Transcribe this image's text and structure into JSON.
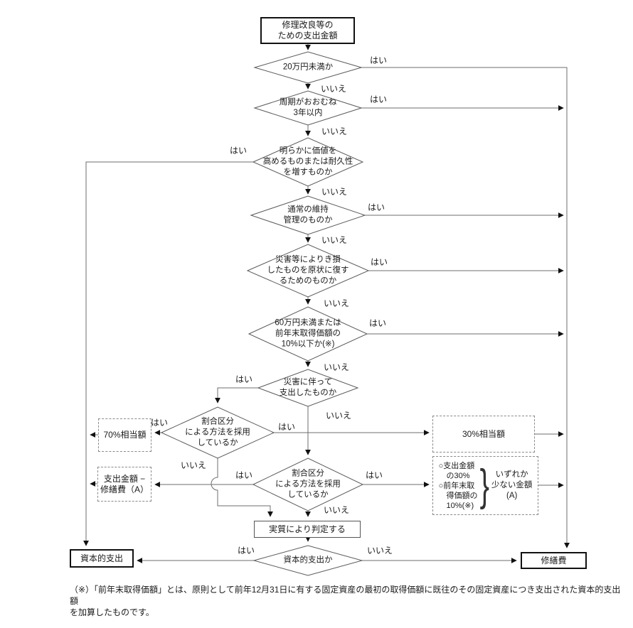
{
  "labels": {
    "yes": "はい",
    "no": "いいえ"
  },
  "nodes": {
    "start": "修理改良等の\nための支出金額",
    "q_under200k": "20万円未満か",
    "q_cycle3y": "周期がおおむね\n3年以内",
    "q_value": "明らかに価値を\n高めるものまたは耐久性\nを増すものか",
    "q_maintenance": "通常の維持\n管理のものか",
    "q_disaster_restore": "災害等によりき損\nしたものを原状に復す\nるためのものか",
    "q_under600k": "60万円未満または\n前年末取得価額の\n10%以下か(※)",
    "q_disaster_spend": "災害に伴って\n支出したものか",
    "q_ratio_left": "割合区分\nによる方法を採用\nしているか",
    "q_ratio_mid": "割合区分\nによる方法を採用\nしているか",
    "q_capital": "資本的支出か",
    "r_70pct": "70%相当額",
    "r_spend_minus_repair": "支出金額 −\n修繕費（A）",
    "r_30pct": "30%相当額",
    "r_lesser_items": "○支出金額\n　の30%\n○前年末取\n　得価額の\n　10%(※)",
    "r_lesser_brace": "}",
    "r_lesser_label": "いずれか\n少ない金額\n(A)",
    "judge_substance": "実質により判定する",
    "capital_expenditure": "資本的支出",
    "repair_expense": "修繕費"
  },
  "footnote": "（※）「前年末取得価額」とは、原則として前年12月31日に有する固定資産の最初の取得価額に既往のその固定資産につき支出された資本的支出額\nを加算したものです。",
  "colors": {
    "line": "#6e6e6e",
    "shape": "#5a5a5a",
    "arrow": "#111111"
  }
}
